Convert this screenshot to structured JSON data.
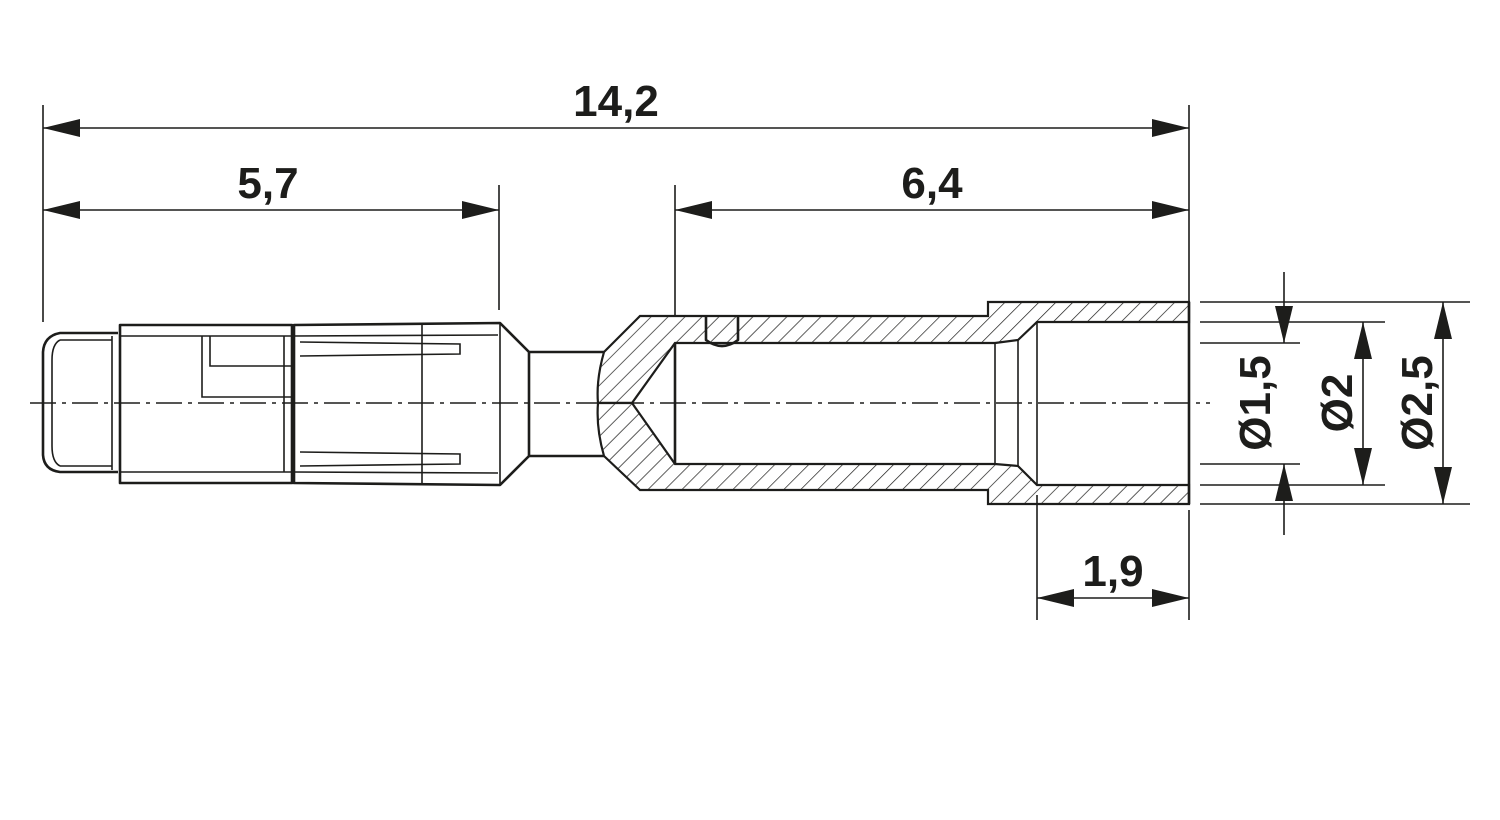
{
  "drawing": {
    "dimensions": {
      "overall_length": "14,2",
      "left_section_length": "5,7",
      "right_section_length": "6,4",
      "bore_depth": "1,9",
      "inner_diameter": "Ø1,5",
      "mid_diameter": "Ø2",
      "outer_diameter": "Ø2,5"
    }
  }
}
